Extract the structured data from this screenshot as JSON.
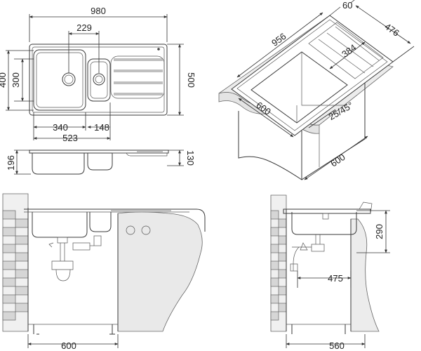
{
  "top_view": {
    "width": "980",
    "bowl_spacing": "229",
    "height_outer": "400",
    "height_inner": "300",
    "depth": "500",
    "bowl_width": "340",
    "small_bowl_width": "148",
    "bowls_total": "523"
  },
  "iso_view": {
    "thickness": "60",
    "width": "956",
    "depth": "476",
    "drainer": "384",
    "cabinet_width": "600",
    "edge_radius": "25/45°",
    "cabinet_depth": "600"
  },
  "profile_view": {
    "bowl_depth": "196",
    "drainer_depth": "130"
  },
  "front_install": {
    "cabinet_width": "600"
  },
  "side_install": {
    "height": "290",
    "drain_offset": "475",
    "cabinet_depth": "560"
  }
}
